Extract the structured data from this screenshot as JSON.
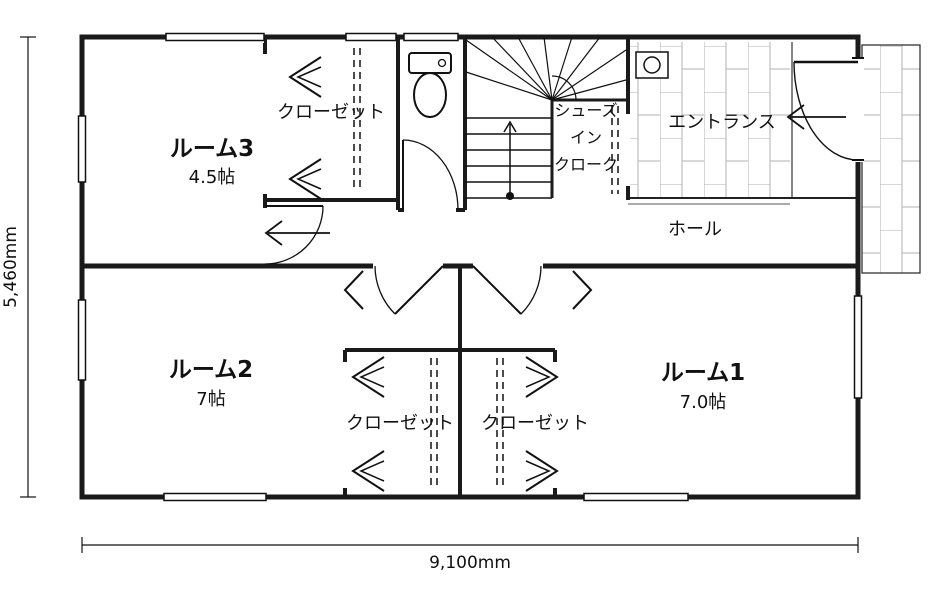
{
  "plan": {
    "rooms": {
      "room3": {
        "name": "ルーム3",
        "size": "4.5帖"
      },
      "room2": {
        "name": "ルーム2",
        "size": "7帖"
      },
      "room1": {
        "name": "ルーム1",
        "size": "7.0帖"
      }
    },
    "labels": {
      "closet_room3": "クローゼット",
      "closet_left": "クローゼット",
      "closet_right": "クローゼット",
      "entrance": "エントランス",
      "hall": "ホール",
      "shoes_line1": "シューズ",
      "shoes_line2": "イン",
      "shoes_line3": "クローク"
    },
    "dimensions": {
      "width": "9,100mm",
      "height": "5,460mm"
    },
    "colors": {
      "wall": "#1a1a1a",
      "tile_line": "#b0b0b0",
      "background": "#ffffff"
    }
  }
}
